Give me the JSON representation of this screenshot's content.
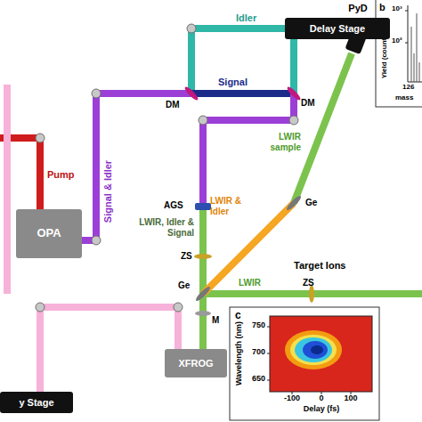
{
  "diagram": {
    "nodes": [
      {
        "text": [
          "b",
          "Yield (counts)",
          "10³",
          "10²",
          "126",
          "mass"
        ]
      },
      {
        "text": [
          "Delay Stage"
        ]
      },
      {
        "text": [
          "PyD"
        ]
      },
      {
        "text": [
          "OPA"
        ]
      },
      {
        "text": [
          "c",
          "Wavelength (nm)",
          "750",
          "700",
          "650",
          "-100",
          "0",
          "100",
          "Delay (fs)"
        ]
      },
      {
        "text": [
          "XFROG"
        ]
      },
      {
        "text": [
          "y Stage"
        ]
      }
    ],
    "labels": [
      "Idler",
      "Signal",
      "DM",
      "DM",
      "Pump",
      "Signal & Idler",
      "AGS",
      "LWIR, Idler & Signal",
      "ZS",
      "Ge",
      "LWIR & Idler",
      "Ge",
      "LWIR sample",
      "Target Ions",
      "LWIR",
      "ZS",
      "M"
    ]
  }
}
